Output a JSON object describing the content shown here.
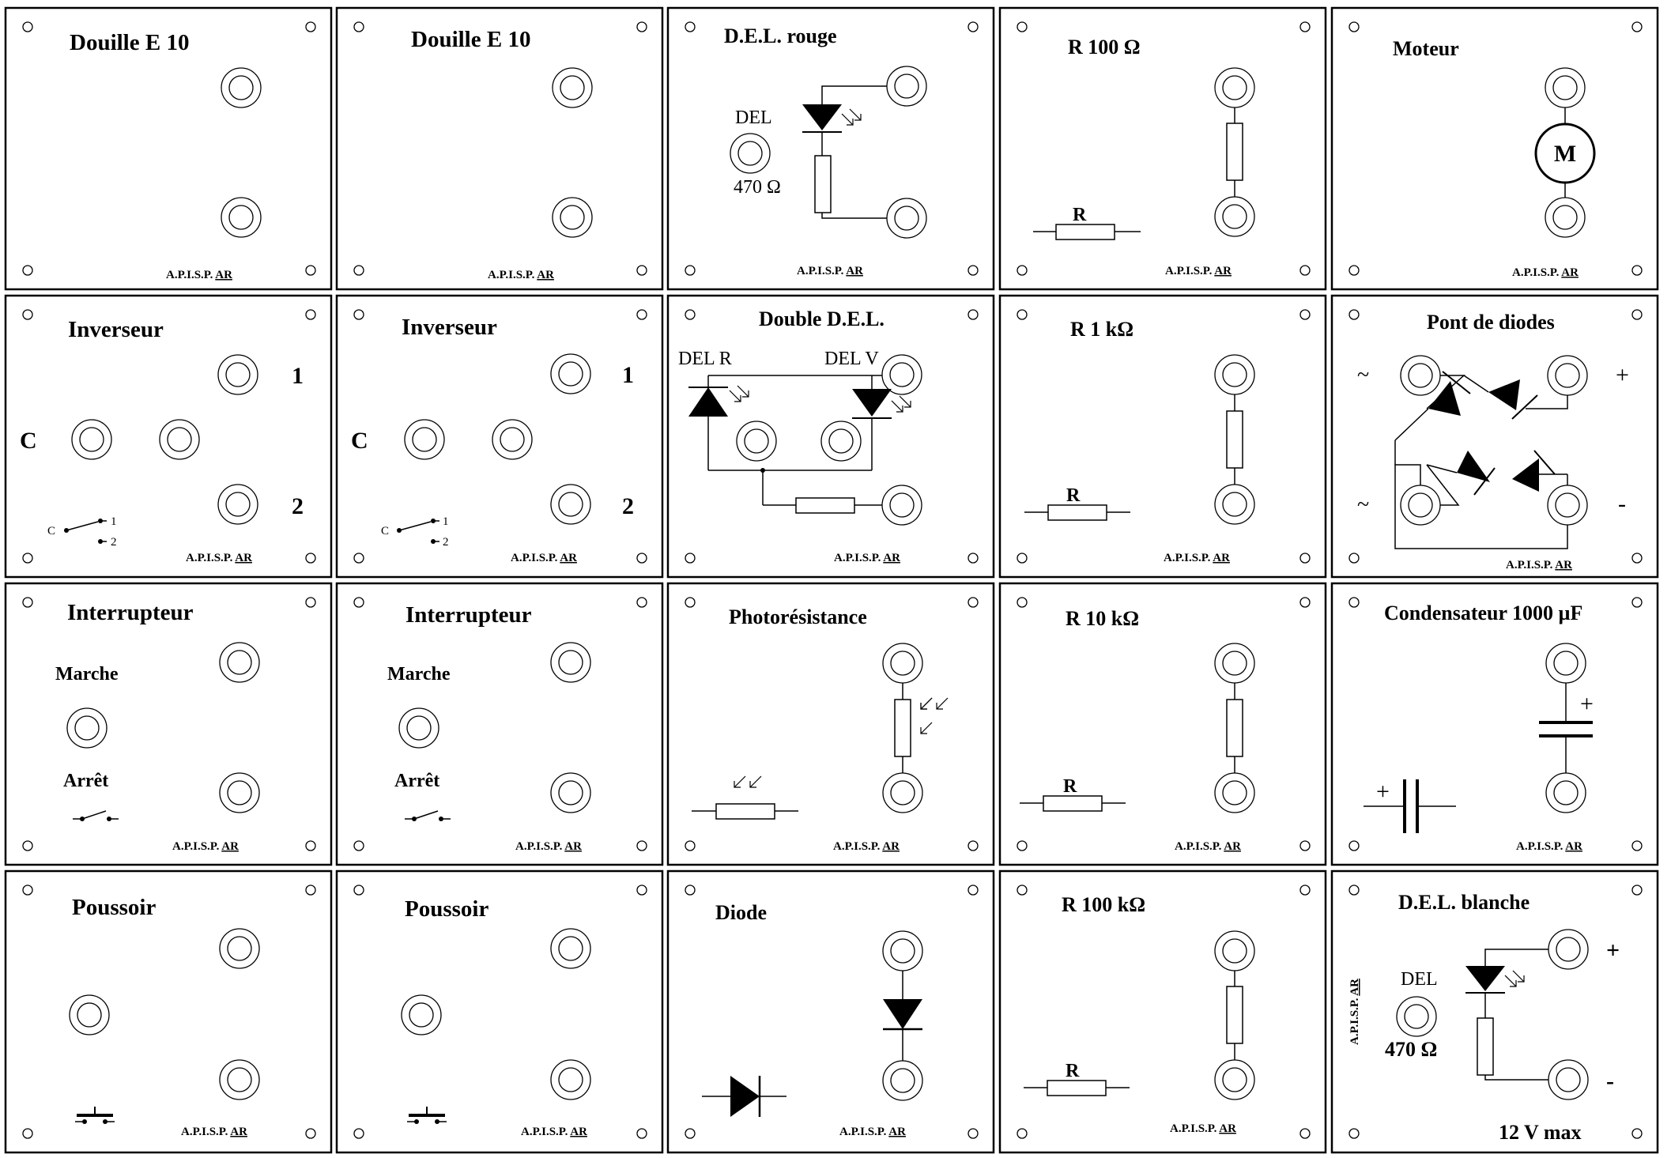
{
  "brand": {
    "text": "A.P.I.S.P.",
    "initials": "AR"
  },
  "panels": {
    "douille1": {
      "title": "Douille E 10"
    },
    "douille2": {
      "title": "Douille E 10"
    },
    "del_rouge": {
      "title": "D.E.L. rouge",
      "del": "DEL",
      "res": "470 Ω"
    },
    "r100": {
      "title": "R 100  Ω",
      "r": "R"
    },
    "moteur": {
      "title": "Moteur",
      "m": "M"
    },
    "inverseur1": {
      "title": "Inverseur",
      "c": "C",
      "one": "1",
      "two": "2",
      "sc": "C",
      "s1": "1",
      "s2": "2"
    },
    "inverseur2": {
      "title": "Inverseur",
      "c": "C",
      "one": "1",
      "two": "2",
      "sc": "C",
      "s1": "1",
      "s2": "2"
    },
    "double_del": {
      "title": "Double D.E.L.",
      "delr": "DEL R",
      "delv": "DEL V"
    },
    "r1k": {
      "title": "R 1 kΩ",
      "r": "R"
    },
    "pont": {
      "title": "Pont de diodes",
      "ac1": "~",
      "ac2": "~",
      "plus": "+",
      "minus": "-"
    },
    "interrupteur1": {
      "title": "Interrupteur",
      "marche": "Marche",
      "arret": "Arrêt"
    },
    "interrupteur2": {
      "title": "Interrupteur",
      "marche": "Marche",
      "arret": "Arrêt"
    },
    "photo": {
      "title": "Photorésistance"
    },
    "r10k": {
      "title": "R 10  kΩ",
      "r": "R"
    },
    "condo": {
      "title": "Condensateur 1000 µF",
      "plus1": "+",
      "plus2": "+"
    },
    "poussoir1": {
      "title": "Poussoir"
    },
    "poussoir2": {
      "title": "Poussoir"
    },
    "diode": {
      "title": "Diode"
    },
    "r100k": {
      "title": "R 100 kΩ",
      "r": "R"
    },
    "del_blanche": {
      "title": "D.E.L. blanche",
      "del": "DEL",
      "res": "470  Ω",
      "plus": "+",
      "minus": "-",
      "vmax": "12 V max"
    }
  }
}
